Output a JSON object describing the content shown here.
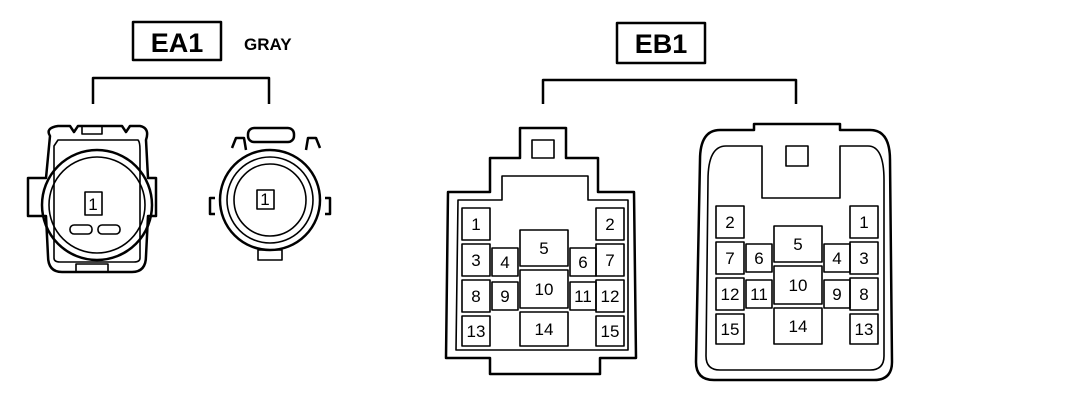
{
  "ea1": {
    "label": "EA1",
    "color": "GRAY",
    "male_pin": "1",
    "female_pin": "1"
  },
  "eb1": {
    "label": "EB1",
    "left_pins": [
      "1",
      "2",
      "3",
      "4",
      "5",
      "6",
      "7",
      "8",
      "9",
      "10",
      "11",
      "12",
      "13",
      "14",
      "15"
    ],
    "right_pins": [
      "2",
      "1",
      "7",
      "6",
      "5",
      "4",
      "3",
      "12",
      "11",
      "10",
      "9",
      "8",
      "15",
      "14",
      "13"
    ]
  }
}
